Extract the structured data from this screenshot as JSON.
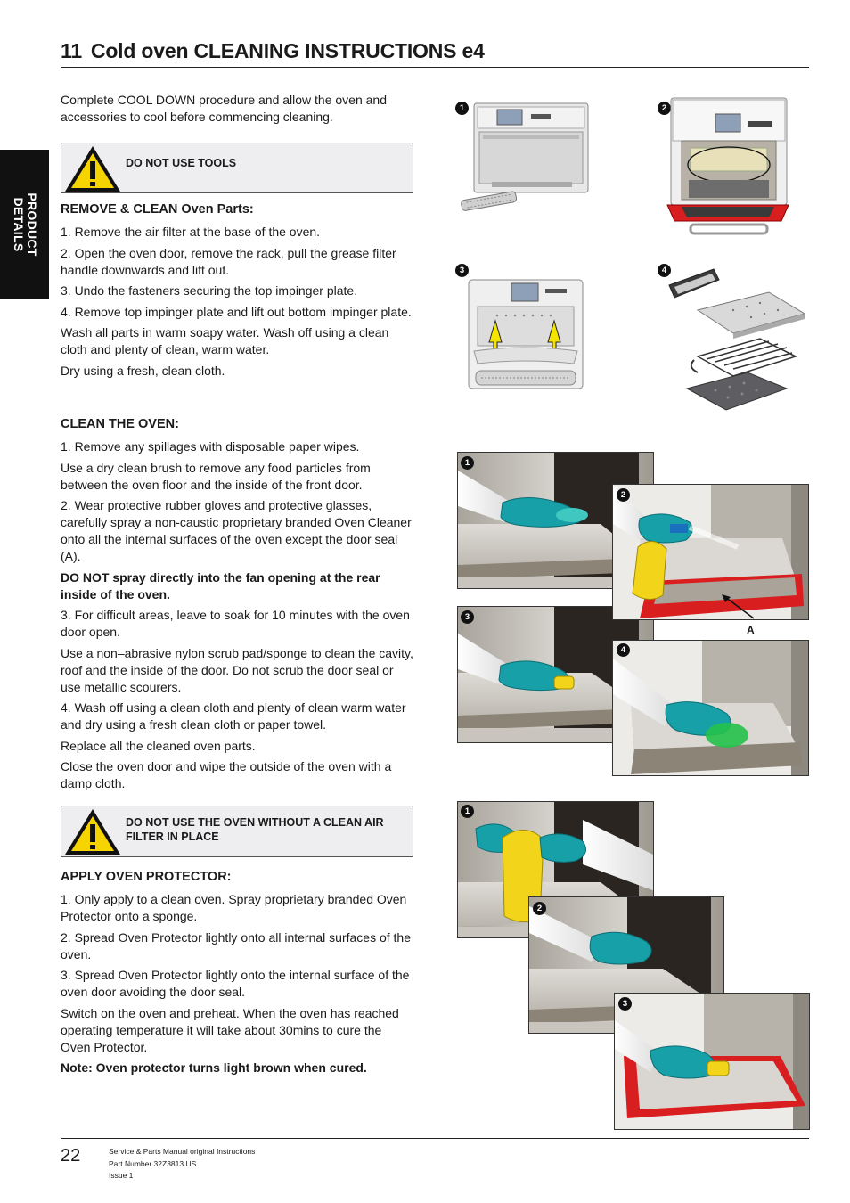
{
  "header": {
    "number": "11",
    "title": "Cold oven CLEANING INSTRUCTIONS e4"
  },
  "side_tab": {
    "line1": "PRODUCT",
    "line2": "DETAILS"
  },
  "intro": "Complete COOL DOWN procedure and allow the oven and accessories to cool before commencing cleaning.",
  "warning1": "DO NOT USE TOOLS",
  "remove_clean": {
    "heading": "REMOVE & CLEAN Oven Parts:",
    "paragraphs": [
      "1. Remove the air filter at the base of the oven.",
      "2. Open the oven door, remove the rack, pull the grease filter handle downwards and lift out.",
      "3. Undo the fasteners securing the top impinger plate.",
      "4. Remove top impinger plate and lift out bottom impinger plate.",
      "Wash all parts in warm soapy water. Wash off using a clean cloth and plenty of clean, warm water.",
      "Dry using a fresh, clean cloth."
    ]
  },
  "clean_oven": {
    "heading": "CLEAN THE OVEN:",
    "paragraphs": [
      "1. Remove any spillages with disposable paper wipes.",
      "Use a dry clean brush to remove any food particles from between the oven floor and the inside of the front door.",
      "2. Wear protective rubber gloves and protective glasses, carefully spray a non-caustic proprietary branded Oven Cleaner onto all the internal surfaces of the oven except the door seal (A).",
      "DO NOT spray directly into the fan opening at the rear inside of the oven.",
      "3. For difficult areas, leave to soak for 10 minutes with the oven door open.",
      "Use a non–abrasive nylon scrub pad/sponge to clean the cavity, roof and the inside of the door. Do not scrub the door seal or use metallic scourers.",
      "4. Wash off using a clean cloth and plenty of clean warm water and dry using a fresh clean cloth or paper towel.",
      "Replace all the cleaned oven parts.",
      "Close the oven door and wipe the outside of the oven with a damp cloth."
    ]
  },
  "warning2": "DO NOT USE THE OVEN WITHOUT A CLEAN AIR FILTER IN PLACE",
  "apply_protector": {
    "heading": "APPLY OVEN PROTECTOR:",
    "paragraphs": [
      "1. Only apply to a clean oven. Spray proprietary branded Oven Protector onto a sponge.",
      "2. Spread Oven Protector lightly onto all internal surfaces of the oven.",
      "3. Spread Oven Protector lightly onto the internal surface of the oven door avoiding the door seal.",
      "Switch on the oven and preheat. When the oven has reached operating temperature it will take about 30mins to cure the Oven Protector.",
      "Note: Oven protector turns light brown when cured."
    ]
  },
  "figures": {
    "parts_steps": [
      "1",
      "2",
      "3",
      "4"
    ],
    "clean_steps": [
      "1",
      "2",
      "3",
      "4"
    ],
    "seal_label": "A",
    "protector_steps": [
      "1",
      "2",
      "3"
    ]
  },
  "footer": {
    "page": "22",
    "line1": "Service & Parts Manual original Instructions",
    "line2": "Part Number 32Z3813 US",
    "line3": "Issue 1"
  },
  "colors": {
    "seal_red": "#d81e1e",
    "glove_teal": "#17a0a8",
    "bottle_yellow": "#f2d41a",
    "steel": "#c9c7c2"
  }
}
